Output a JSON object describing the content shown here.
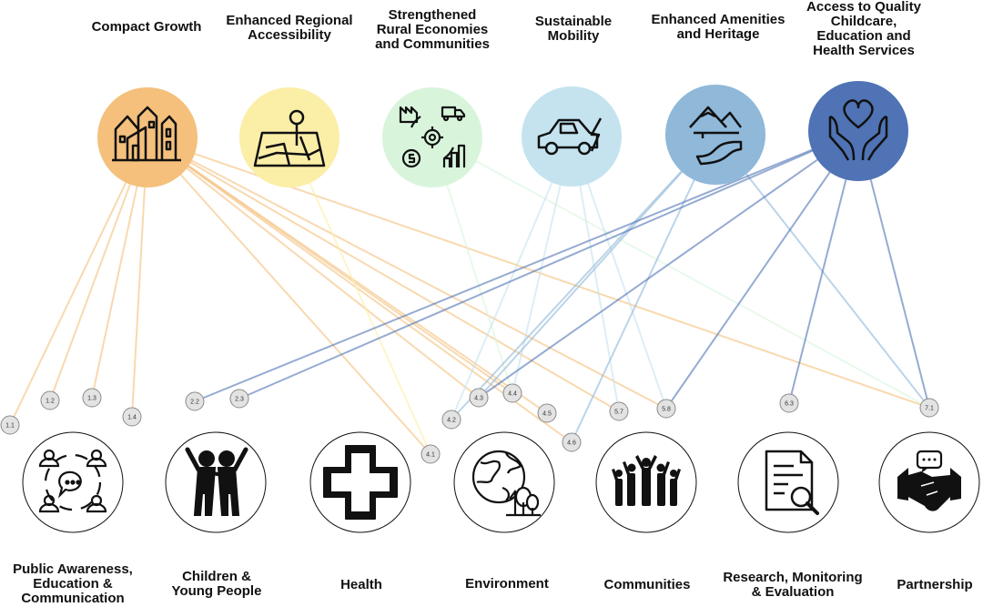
{
  "top_themes": [
    {
      "id": "compact-growth",
      "label": "Compact Growth",
      "color": "#f4c07c",
      "edge": "#e9a75c",
      "icon": "houses-icon"
    },
    {
      "id": "regional-accessibility",
      "label": "Enhanced Regional\nAccessibility",
      "color": "#fbeea7",
      "edge": "#f2da75",
      "icon": "map-pin-icon"
    },
    {
      "id": "rural-economies",
      "label": "Strengthened\nRural Economies\nand Communities",
      "color": "#d8f5dc",
      "edge": "#bde8c3",
      "icon": "economy-icon"
    },
    {
      "id": "sustainable-mobility",
      "label": "Sustainable\nMobility",
      "color": "#c4e3ef",
      "edge": "#a9d2e3",
      "icon": "electric-car-icon"
    },
    {
      "id": "amenities-heritage",
      "label": "Enhanced Amenities\nand Heritage",
      "color": "#8fb8d9",
      "edge": "#7aa8cc",
      "icon": "mountain-road-icon"
    },
    {
      "id": "childcare-services",
      "label": "Access to Quality\nChildcare,\nEducation and\nHealth Services",
      "color": "#4f73b4",
      "edge": "#3f62a2",
      "icon": "heart-hands-icon"
    }
  ],
  "bottom_themes": [
    {
      "id": "public-awareness",
      "label": "Public Awareness,\nEducation &\nCommunication",
      "icon": "people-chat-icon"
    },
    {
      "id": "children-young",
      "label": "Children &\nYoung People",
      "icon": "children-icon"
    },
    {
      "id": "health",
      "label": "Health",
      "icon": "health-cross-icon"
    },
    {
      "id": "environment",
      "label": "Environment",
      "icon": "globe-trees-icon"
    },
    {
      "id": "communities",
      "label": "Communities",
      "icon": "crowd-icon"
    },
    {
      "id": "research",
      "label": "Research, Monitoring\n& Evaluation",
      "icon": "document-search-icon"
    },
    {
      "id": "partnership",
      "label": "Partnership",
      "icon": "handshake-icon"
    }
  ],
  "actions": [
    {
      "label": "1.1"
    },
    {
      "label": "1.2"
    },
    {
      "label": "1.3"
    },
    {
      "label": "1.4"
    },
    {
      "label": "2.2"
    },
    {
      "label": "2.3"
    },
    {
      "label": "4.1"
    },
    {
      "label": "4.2"
    },
    {
      "label": "4.3"
    },
    {
      "label": "4.4"
    },
    {
      "label": "4.5"
    },
    {
      "label": "4.6"
    },
    {
      "label": "5.7"
    },
    {
      "label": "5.8"
    },
    {
      "label": "6.3"
    },
    {
      "label": "7.1"
    }
  ],
  "links": [
    {
      "from": "compact-growth",
      "to": "1.1"
    },
    {
      "from": "compact-growth",
      "to": "1.2"
    },
    {
      "from": "compact-growth",
      "to": "1.3"
    },
    {
      "from": "compact-growth",
      "to": "1.4"
    },
    {
      "from": "compact-growth",
      "to": "4.1"
    },
    {
      "from": "compact-growth",
      "to": "4.3"
    },
    {
      "from": "compact-growth",
      "to": "4.4"
    },
    {
      "from": "compact-growth",
      "to": "4.5"
    },
    {
      "from": "compact-growth",
      "to": "4.6"
    },
    {
      "from": "compact-growth",
      "to": "5.7"
    },
    {
      "from": "compact-growth",
      "to": "5.8"
    },
    {
      "from": "compact-growth",
      "to": "7.1"
    },
    {
      "from": "regional-accessibility",
      "to": "4.1"
    },
    {
      "from": "rural-economies",
      "to": "4.4"
    },
    {
      "from": "rural-economies",
      "to": "7.1"
    },
    {
      "from": "sustainable-mobility",
      "to": "4.2"
    },
    {
      "from": "sustainable-mobility",
      "to": "4.4"
    },
    {
      "from": "sustainable-mobility",
      "to": "5.7"
    },
    {
      "from": "sustainable-mobility",
      "to": "5.8"
    },
    {
      "from": "amenities-heritage",
      "to": "4.2"
    },
    {
      "from": "amenities-heritage",
      "to": "4.3"
    },
    {
      "from": "amenities-heritage",
      "to": "4.6"
    },
    {
      "from": "amenities-heritage",
      "to": "7.1"
    },
    {
      "from": "childcare-services",
      "to": "2.2"
    },
    {
      "from": "childcare-services",
      "to": "2.3"
    },
    {
      "from": "childcare-services",
      "to": "4.3"
    },
    {
      "from": "childcare-services",
      "to": "5.8"
    },
    {
      "from": "childcare-services",
      "to": "6.3"
    },
    {
      "from": "childcare-services",
      "to": "7.1"
    }
  ]
}
